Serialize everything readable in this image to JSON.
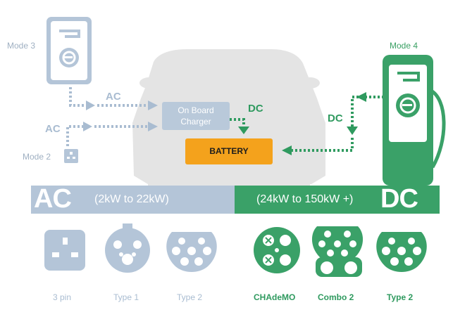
{
  "modes": {
    "mode3": "Mode 3",
    "mode2": "Mode 2",
    "mode4": "Mode 4"
  },
  "flow_labels": {
    "ac_upper": "AC",
    "ac_lower": "AC",
    "dc_car": "DC",
    "dc_right": "DC"
  },
  "car": {
    "on_board_charger_line1": "On Board",
    "on_board_charger_line2": "Charger",
    "battery": "BATTERY"
  },
  "bands": {
    "ac": {
      "title": "AC",
      "range": "(2kW to 22kW)"
    },
    "dc": {
      "title": "DC",
      "range": "(24kW to 150kW +)"
    }
  },
  "connectors": {
    "ac": [
      "3 pin",
      "Type 1",
      "Type 2"
    ],
    "dc": [
      "CHAdeMO",
      "Combo 2",
      "Type 2"
    ]
  },
  "icons": [
    "wallbox-charger-icon",
    "rapid-charger-icon",
    "socket-icon",
    "ev-car-icon",
    "three-pin-plug-icon",
    "type1-connector-icon",
    "type2-connector-icon",
    "chademo-connector-icon",
    "combo2-connector-icon"
  ],
  "colors": {
    "ac": "#b4c5d8",
    "dc": "#3aa168",
    "battery": "#f4a21c",
    "car": "#e4e4e4"
  }
}
